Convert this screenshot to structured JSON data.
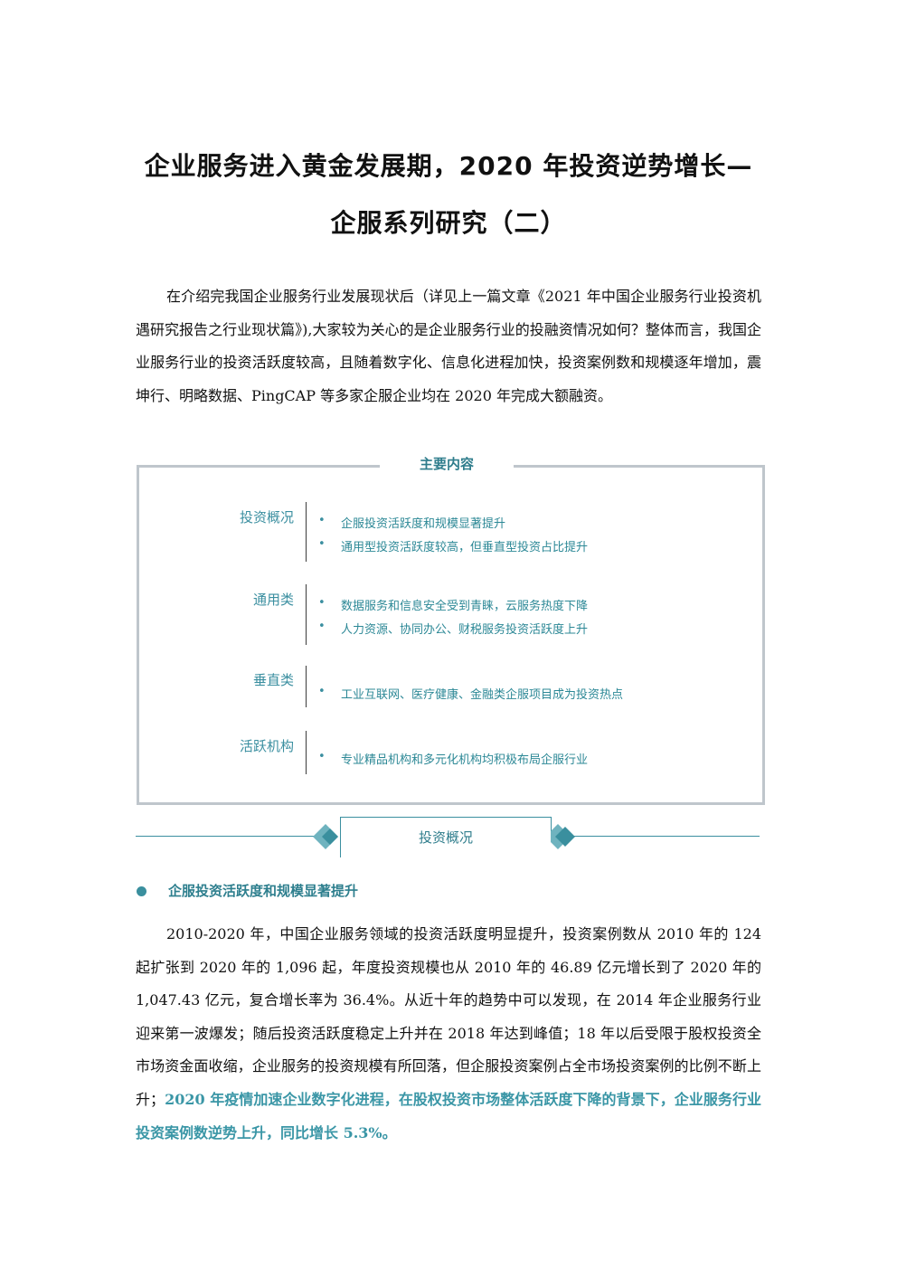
{
  "title": {
    "line1": "企业服务进入黄金发展期，2020 年投资逆势增长—",
    "line2": "企服系列研究（二）"
  },
  "intro": "在介绍完我国企业服务行业发展现状后（详见上一篇文章《2021 年中国企业服务行业投资机遇研究报告之行业现状篇》),大家较为关心的是企业服务行业的投融资情况如何？整体而言，我国企业服务行业的投资活跃度较高，且随着数字化、信息化进程加快，投资案例数和规模逐年增加，震坤行、明略数据、PingCAP 等多家企服企业均在 2020 年完成大额融资。",
  "summary": {
    "title": "主要内容",
    "bullet": "•",
    "groups": [
      {
        "category": "投资概况",
        "items": [
          "企服投资活跃度和规模显著提升",
          "通用型投资活跃度较高，但垂直型投资占比提升"
        ]
      },
      {
        "category": "通用类",
        "items": [
          "数据服务和信息安全受到青睐，云服务热度下降",
          "人力资源、协同办公、财税服务投资活跃度上升"
        ]
      },
      {
        "category": "垂直类",
        "items": [
          "工业互联网、医疗健康、金融类企服项目成为投资热点"
        ]
      },
      {
        "category": "活跃机构",
        "items": [
          "专业精品机构和多元化机构均积极布局企服行业"
        ]
      }
    ]
  },
  "section": {
    "title": "投资概况"
  },
  "subsection": {
    "heading": "企服投资活跃度和规模显著提升"
  },
  "body": {
    "text": "2010-2020 年，中国企业服务领域的投资活跃度明显提升，投资案例数从 2010 年的 124 起扩张到 2020 年的 1,096 起，年度投资规模也从 2010 年的 46.89 亿元增长到了 2020 年的 1,047.43 亿元，复合增长率为 36.4%。从近十年的趋势中可以发现，在 2014 年企业服务行业迎来第一波爆发；随后投资活跃度稳定上升并在 2018 年达到峰值；18 年以后受限于股权投资全市场资金面收缩，企业服务的投资规模有所回落，但企服投资案例占全市场投资案例的比例不断上升；",
    "highlight": "2020 年疫情加速企业数字化进程，在股权投资市场整体活跃度下降的背景下，企业服务行业投资案例数逆势上升，同比增长 5.3%。"
  },
  "colors": {
    "accent": "#3a96a6",
    "box_border": "#bfc6cc"
  },
  "icons": {
    "banner_left": "diamond-icon",
    "banner_right": "double-diamond-icon",
    "sub_bullet": "dot-icon"
  }
}
